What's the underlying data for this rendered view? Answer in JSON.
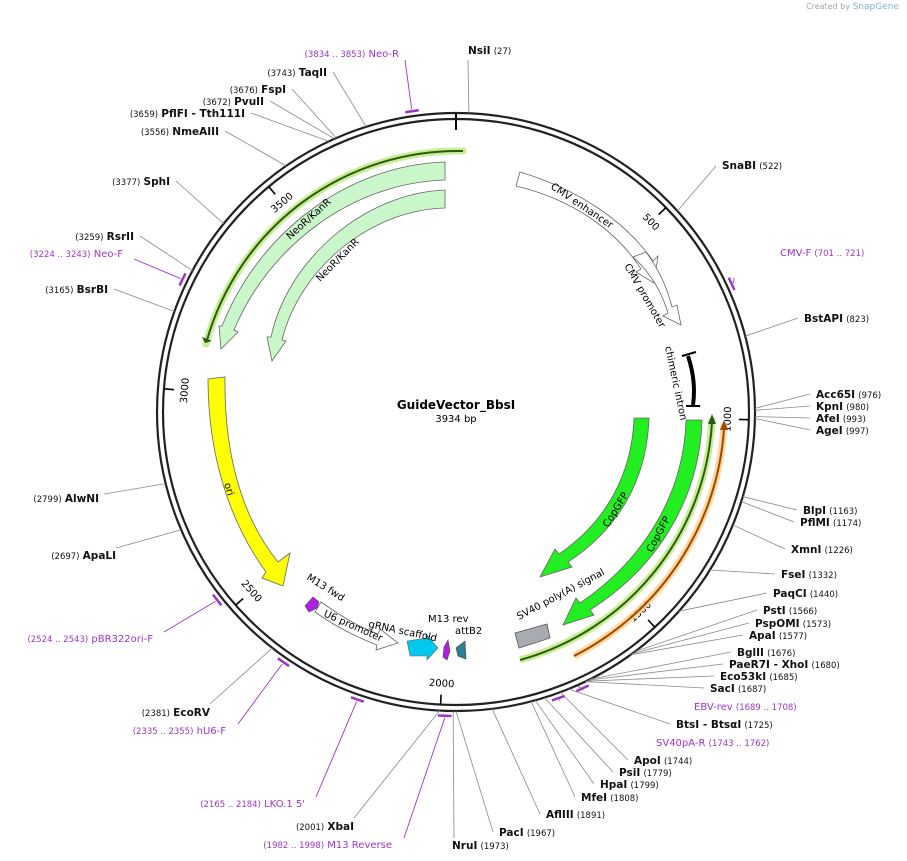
{
  "credit": {
    "prefix": "Created by",
    "brand": "SnapGene"
  },
  "plasmid": {
    "name": "GuideVector_BbsI",
    "size_label": "3934 bp",
    "length": 3934
  },
  "colors": {
    "enzyme": "#111111",
    "primer": "#9b36c9",
    "backbone": "#222222",
    "feature_green": "#22ee22",
    "feature_lightgreen": "#c9f7c9",
    "ori_yellow": "#ffff00",
    "grey": "#a8acb0",
    "cyan": "#00c8ee",
    "teal": "#2f7e96",
    "purple": "#b020e0",
    "orf_dark": "#2c5a12",
    "orf_brown": "#9a4b00",
    "glow_green": "#b4e86c",
    "glow_orange": "#ffcf8a"
  },
  "ticks": [
    "500",
    "1000",
    "1500",
    "2000",
    "2500",
    "3000",
    "3500"
  ],
  "enzymes": [
    {
      "name": "NsiI",
      "pos": "(27)",
      "bp": 27
    },
    {
      "name": "SnaBI",
      "pos": "(522)",
      "bp": 522
    },
    {
      "name": "BstAPI",
      "pos": "(823)",
      "bp": 823
    },
    {
      "name": "Acc65I",
      "pos": "(976)",
      "bp": 976
    },
    {
      "name": "KpnI",
      "pos": "(980)",
      "bp": 980
    },
    {
      "name": "AfeI",
      "pos": "(993)",
      "bp": 993
    },
    {
      "name": "AgeI",
      "pos": "(997)",
      "bp": 997
    },
    {
      "name": "BlpI",
      "pos": "(1163)",
      "bp": 1163
    },
    {
      "name": "PflMI",
      "pos": "(1174)",
      "bp": 1174
    },
    {
      "name": "XmnI",
      "pos": "(1226)",
      "bp": 1226
    },
    {
      "name": "FseI",
      "pos": "(1332)",
      "bp": 1332
    },
    {
      "name": "PaqCI",
      "pos": "(1440)",
      "bp": 1440
    },
    {
      "name": "PstI",
      "pos": "(1566)",
      "bp": 1566
    },
    {
      "name": "PspOMI",
      "pos": "(1573)",
      "bp": 1573
    },
    {
      "name": "ApaI",
      "pos": "(1577)",
      "bp": 1577
    },
    {
      "name": "BglII",
      "pos": "(1676)",
      "bp": 1676
    },
    {
      "name": "PaeR7I - XhoI",
      "pos": "(1680)",
      "bp": 1680
    },
    {
      "name": "Eco53kI",
      "pos": "(1685)",
      "bp": 1685
    },
    {
      "name": "SacI",
      "pos": "(1687)",
      "bp": 1687
    },
    {
      "name": "BtsI - BtsαI",
      "pos": "(1725)",
      "bp": 1725
    },
    {
      "name": "ApoI",
      "pos": "(1744)",
      "bp": 1744
    },
    {
      "name": "PsiI",
      "pos": "(1779)",
      "bp": 1779
    },
    {
      "name": "HpaI",
      "pos": "(1799)",
      "bp": 1799
    },
    {
      "name": "MfeI",
      "pos": "(1808)",
      "bp": 1808
    },
    {
      "name": "AflIII",
      "pos": "(1891)",
      "bp": 1891
    },
    {
      "name": "PacI",
      "pos": "(1967)",
      "bp": 1967
    },
    {
      "name": "NruI",
      "pos": "(1973)",
      "bp": 1973
    },
    {
      "name": "XbaI",
      "pos": "(2001)",
      "bp": 2001
    },
    {
      "name": "EcoRV",
      "pos": "(2381)",
      "bp": 2381
    },
    {
      "name": "ApaLI",
      "pos": "(2697)",
      "bp": 2697
    },
    {
      "name": "AlwNI",
      "pos": "(2799)",
      "bp": 2799
    },
    {
      "name": "BsrBI",
      "pos": "(3165)",
      "bp": 3165
    },
    {
      "name": "RsrII",
      "pos": "(3259)",
      "bp": 3259
    },
    {
      "name": "SphI",
      "pos": "(3377)",
      "bp": 3377
    },
    {
      "name": "NmeAIII",
      "pos": "(3556)",
      "bp": 3556
    },
    {
      "name": "PflFI - Tth111I",
      "pos": "(3659)",
      "bp": 3659
    },
    {
      "name": "PvuII",
      "pos": "(3672)",
      "bp": 3672
    },
    {
      "name": "FspI",
      "pos": "(3676)",
      "bp": 3676
    },
    {
      "name": "TaqII",
      "pos": "(3743)",
      "bp": 3743
    }
  ],
  "primers": [
    {
      "name": "Neo-R",
      "range": "(3834 .. 3853)",
      "bp": 3843
    },
    {
      "name": "CMV-F",
      "range": "(701 .. 721)",
      "bp": 711
    },
    {
      "name": "EBV-rev",
      "range": "(1689 .. 1708)",
      "bp": 1698
    },
    {
      "name": "SV40pA-R",
      "range": "(1743 .. 1762)",
      "bp": 1752
    },
    {
      "name": "M13 Reverse",
      "range": "(1982 .. 1998)",
      "bp": 1990
    },
    {
      "name": "LKO.1 5'",
      "range": "(2165 .. 2184)",
      "bp": 2174
    },
    {
      "name": "hU6-F",
      "range": "(2335 .. 2355)",
      "bp": 2345
    },
    {
      "name": "pBR322ori-F",
      "range": "(2524 .. 2543)",
      "bp": 2533
    },
    {
      "name": "Neo-F",
      "range": "(3224 .. 3243)",
      "bp": 3233
    }
  ],
  "features": [
    {
      "name": "CMV enhancer"
    },
    {
      "name": "CMV promoter"
    },
    {
      "name": "chimeric intron"
    },
    {
      "name": "CopGFP"
    },
    {
      "name": "CopGFP"
    },
    {
      "name": "SV40 poly(A) signal"
    },
    {
      "name": "attB2"
    },
    {
      "name": "M13 rev"
    },
    {
      "name": "gRNA scaffold"
    },
    {
      "name": "U6 promoter"
    },
    {
      "name": "M13 fwd"
    },
    {
      "name": "ori"
    },
    {
      "name": "NeoR/KanR"
    },
    {
      "name": "NeoR/KanR"
    }
  ]
}
